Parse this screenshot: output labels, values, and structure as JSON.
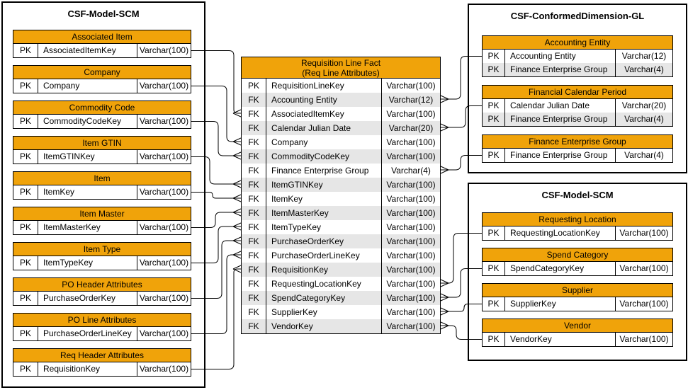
{
  "diagram": {
    "kind": "entity-relationship-diagram",
    "colors": {
      "table_header_fill": "#F0A30A",
      "row_alt_fill": "#E6E6E6",
      "border_color": "#000000",
      "background": "#FFFFFF"
    }
  },
  "groups": [
    {
      "id": "left",
      "title": "CSF-Model-SCM",
      "tables": [
        {
          "name": "Associated Item",
          "rows": [
            {
              "key": "PK",
              "field": "AssociatedItemKey",
              "type": "Varchar(100)"
            }
          ]
        },
        {
          "name": "Company",
          "rows": [
            {
              "key": "PK",
              "field": "Company",
              "type": "Varchar(100)"
            }
          ]
        },
        {
          "name": "Commodity Code",
          "rows": [
            {
              "key": "PK",
              "field": "CommodityCodeKey",
              "type": "Varchar(100)"
            }
          ]
        },
        {
          "name": "Item GTIN",
          "rows": [
            {
              "key": "PK",
              "field": "ItemGTINKey",
              "type": "Varchar(100)"
            }
          ]
        },
        {
          "name": "Item",
          "rows": [
            {
              "key": "PK",
              "field": "ItemKey",
              "type": "Varchar(100)"
            }
          ]
        },
        {
          "name": "Item Master",
          "rows": [
            {
              "key": "PK",
              "field": "ItemMasterKey",
              "type": "Varchar(100)"
            }
          ]
        },
        {
          "name": "Item Type",
          "rows": [
            {
              "key": "PK",
              "field": "ItemTypeKey",
              "type": "Varchar(100)"
            }
          ]
        },
        {
          "name": "PO Header Attributes",
          "rows": [
            {
              "key": "PK",
              "field": "PurchaseOrderKey",
              "type": "Varchar(100)"
            }
          ]
        },
        {
          "name": "PO Line Attributes",
          "rows": [
            {
              "key": "PK",
              "field": "PurchaseOrderLineKey",
              "type": "Varchar(100)"
            }
          ]
        },
        {
          "name": "Req Header Attributes",
          "rows": [
            {
              "key": "PK",
              "field": "RequisitionKey",
              "type": "Varchar(100)"
            }
          ]
        }
      ]
    },
    {
      "id": "right_top",
      "title": "CSF-ConformedDimension-GL",
      "tables": [
        {
          "name": "Accounting Entity",
          "rows": [
            {
              "key": "PK",
              "field": "Accounting Entity",
              "type": "Varchar(12)"
            },
            {
              "key": "PK",
              "field": "Finance Enterprise Group",
              "type": "Varchar(4)"
            }
          ]
        },
        {
          "name": "Financial Calendar Period",
          "rows": [
            {
              "key": "PK",
              "field": "Calendar Julian Date",
              "type": "Varchar(20)"
            },
            {
              "key": "PK",
              "field": "Finance Enterprise Group",
              "type": "Varchar(4)"
            }
          ]
        },
        {
          "name": "Finance Enterprise Group",
          "rows": [
            {
              "key": "PK",
              "field": "Finance Enterprise Group",
              "type": "Varchar(4)"
            }
          ]
        }
      ]
    },
    {
      "id": "right_bottom",
      "title": "CSF-Model-SCM",
      "tables": [
        {
          "name": "Requesting Location",
          "rows": [
            {
              "key": "PK",
              "field": "RequestingLocationKey",
              "type": "Varchar(100)"
            }
          ]
        },
        {
          "name": "Spend Category",
          "rows": [
            {
              "key": "PK",
              "field": "SpendCategoryKey",
              "type": "Varchar(100)"
            }
          ]
        },
        {
          "name": "Supplier",
          "rows": [
            {
              "key": "PK",
              "field": "SupplierKey",
              "type": "Varchar(100)"
            }
          ]
        },
        {
          "name": "Vendor",
          "rows": [
            {
              "key": "PK",
              "field": "VendorKey",
              "type": "Varchar(100)"
            }
          ]
        }
      ]
    }
  ],
  "fact_table": {
    "title_line1": "Requisition Line Fact",
    "title_line2": "(Req Line Attributes)",
    "rows": [
      {
        "key": "PK",
        "field": "RequisitionLineKey",
        "type": "Varchar(100)"
      },
      {
        "key": "FK",
        "field": "Accounting Entity",
        "type": "Varchar(12)"
      },
      {
        "key": "FK",
        "field": "AssociatedItemKey",
        "type": "Varchar(100)"
      },
      {
        "key": "FK",
        "field": "Calendar Julian Date",
        "type": "Varchar(20)"
      },
      {
        "key": "FK",
        "field": "Company",
        "type": "Varchar(100)"
      },
      {
        "key": "FK",
        "field": "CommodityCodeKey",
        "type": "Varchar(100)"
      },
      {
        "key": "FK",
        "field": "Finance Enterprise Group",
        "type": "Varchar(4)"
      },
      {
        "key": "FK",
        "field": "ItemGTINKey",
        "type": "Varchar(100)"
      },
      {
        "key": "FK",
        "field": "ItemKey",
        "type": "Varchar(100)"
      },
      {
        "key": "FK",
        "field": "ItemMasterKey",
        "type": "Varchar(100)"
      },
      {
        "key": "FK",
        "field": "ItemTypeKey",
        "type": "Varchar(100)"
      },
      {
        "key": "FK",
        "field": "PurchaseOrderKey",
        "type": "Varchar(100)"
      },
      {
        "key": "FK",
        "field": "PurchaseOrderLineKey",
        "type": "Varchar(100)"
      },
      {
        "key": "FK",
        "field": "RequisitionKey",
        "type": "Varchar(100)"
      },
      {
        "key": "FK",
        "field": "RequestingLocationKey",
        "type": "Varchar(100)"
      },
      {
        "key": "FK",
        "field": "SpendCategoryKey",
        "type": "Varchar(100)"
      },
      {
        "key": "FK",
        "field": "SupplierKey",
        "type": "Varchar(100)"
      },
      {
        "key": "FK",
        "field": "VendorKey",
        "type": "Varchar(100)"
      }
    ]
  },
  "relationships": [
    {
      "side": "left",
      "table": "Associated Item",
      "table_field": "AssociatedItemKey",
      "fact_field": "AssociatedItemKey",
      "fact_cardinality": "many"
    },
    {
      "side": "left",
      "table": "Company",
      "table_field": "Company",
      "fact_field": "Company",
      "fact_cardinality": "many"
    },
    {
      "side": "left",
      "table": "Commodity Code",
      "table_field": "CommodityCodeKey",
      "fact_field": "CommodityCodeKey",
      "fact_cardinality": "many"
    },
    {
      "side": "left",
      "table": "Item GTIN",
      "table_field": "ItemGTINKey",
      "fact_field": "ItemGTINKey",
      "fact_cardinality": "many"
    },
    {
      "side": "left",
      "table": "Item",
      "table_field": "ItemKey",
      "fact_field": "ItemKey",
      "fact_cardinality": "many"
    },
    {
      "side": "left",
      "table": "Item Master",
      "table_field": "ItemMasterKey",
      "fact_field": "ItemMasterKey",
      "fact_cardinality": "many"
    },
    {
      "side": "left",
      "table": "Item Type",
      "table_field": "ItemTypeKey",
      "fact_field": "ItemTypeKey",
      "fact_cardinality": "many"
    },
    {
      "side": "left",
      "table": "PO Header Attributes",
      "table_field": "PurchaseOrderKey",
      "fact_field": "PurchaseOrderKey",
      "fact_cardinality": "many"
    },
    {
      "side": "left",
      "table": "PO Line Attributes",
      "table_field": "PurchaseOrderLineKey",
      "fact_field": "PurchaseOrderLineKey",
      "fact_cardinality": "many"
    },
    {
      "side": "left",
      "table": "Req Header Attributes",
      "table_field": "RequisitionKey",
      "fact_field": "RequisitionKey",
      "fact_cardinality": "many"
    },
    {
      "side": "right",
      "table": "Accounting Entity",
      "table_field": "Accounting Entity",
      "fact_field": "Accounting Entity",
      "fact_cardinality": "many"
    },
    {
      "side": "right",
      "table": "Financial Calendar Period",
      "table_field": "Calendar Julian Date",
      "fact_field": "Calendar Julian Date",
      "fact_cardinality": "many"
    },
    {
      "side": "right",
      "table": "Finance Enterprise Group",
      "table_field": "Finance Enterprise Group",
      "fact_field": "Finance Enterprise Group",
      "fact_cardinality": "many"
    },
    {
      "side": "right",
      "table": "Requesting Location",
      "table_field": "RequestingLocationKey",
      "fact_field": "RequestingLocationKey",
      "fact_cardinality": "many"
    },
    {
      "side": "right",
      "table": "Spend Category",
      "table_field": "SpendCategoryKey",
      "fact_field": "SpendCategoryKey",
      "fact_cardinality": "many"
    },
    {
      "side": "right",
      "table": "Supplier",
      "table_field": "SupplierKey",
      "fact_field": "SupplierKey",
      "fact_cardinality": "many"
    },
    {
      "side": "right",
      "table": "Vendor",
      "table_field": "VendorKey",
      "fact_field": "VendorKey",
      "fact_cardinality": "many"
    }
  ]
}
